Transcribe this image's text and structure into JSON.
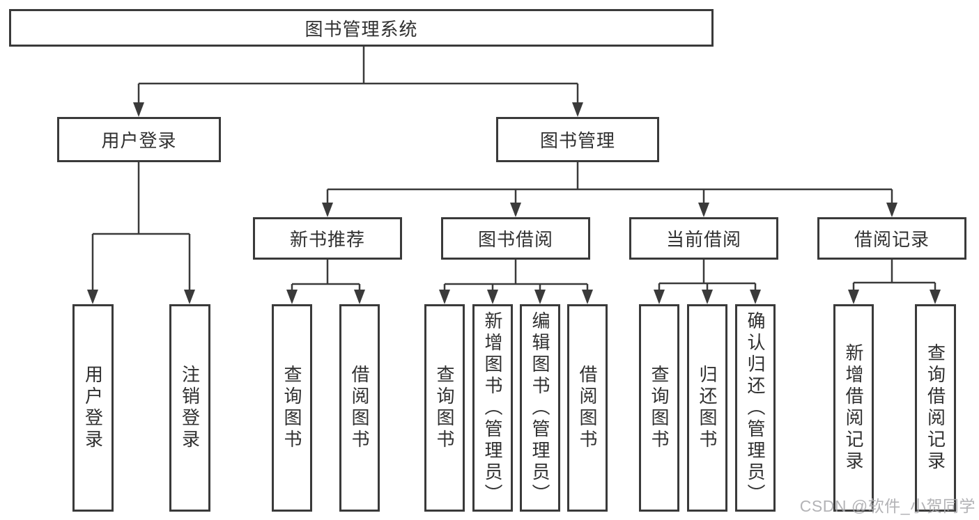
{
  "diagram": {
    "title": "图书管理系统",
    "branches": {
      "user_login": {
        "label": "用户登录",
        "children": [
          "用户登录",
          "注销登录"
        ]
      },
      "book_management": {
        "label": "图书管理",
        "children": {
          "new_book": {
            "label": "新书推荐",
            "children": [
              "查询图书",
              "借阅图书"
            ]
          },
          "book_borrow": {
            "label": "图书借阅",
            "children": [
              "查询图书",
              "新增图书（管理员）",
              "编辑图书（管理员）",
              "借阅图书"
            ]
          },
          "current_borrow": {
            "label": "当前借阅",
            "children": [
              "查询图书",
              "归还图书",
              "确认归还（管理员）"
            ]
          },
          "borrow_records": {
            "label": "借阅记录",
            "children": [
              "新增借阅记录",
              "查询借阅记录"
            ]
          }
        }
      }
    },
    "colors": {
      "line": "#3a3a3a",
      "text": "#303030",
      "background": "#ffffff"
    }
  },
  "watermark": "CSDN @软件_小贺同学"
}
